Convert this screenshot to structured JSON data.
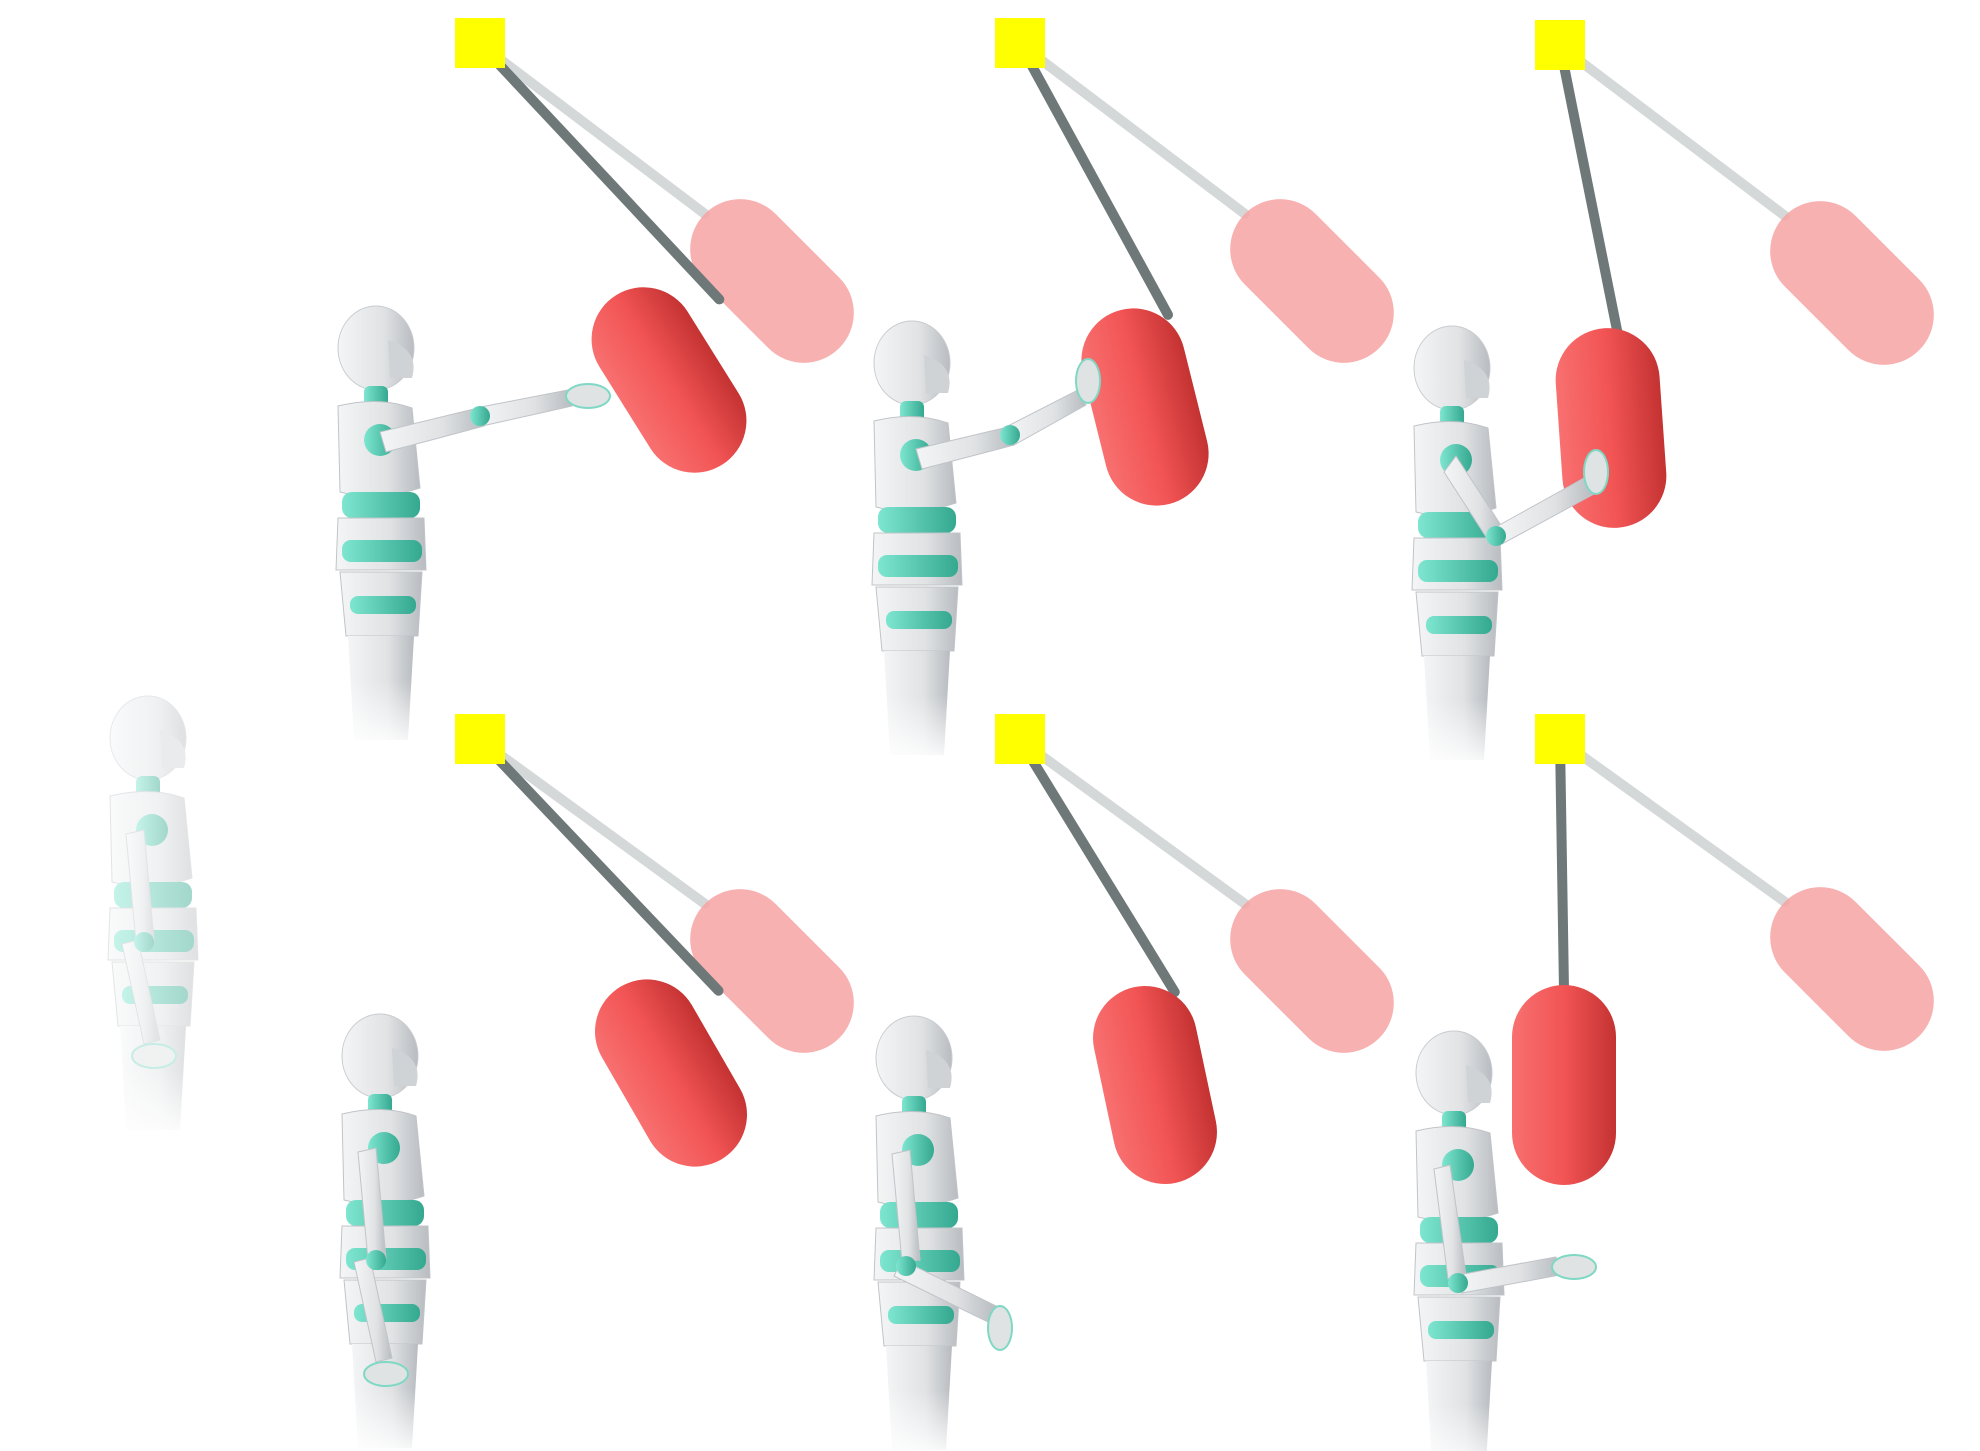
{
  "figure": {
    "rows": 2,
    "frames_per_row": 3,
    "colors": {
      "anchor": "#ffff00",
      "rope_active": "#6e7878",
      "rope_ghost": "#d4d8d8",
      "bag_active": "#f25454",
      "bag_active_dark": "#c43232",
      "bag_ghost": "#f7a3a3",
      "body_shell": "#e4e6e8",
      "body_shell_shade": "#b8bcc0",
      "body_joint": "#5cd6bc",
      "body_joint_shade": "#35a890",
      "background": "#ffffff"
    },
    "icons": {
      "anchor": "yellow-square",
      "bag": "red-capsule",
      "agent": "humanoid-robot"
    }
  }
}
